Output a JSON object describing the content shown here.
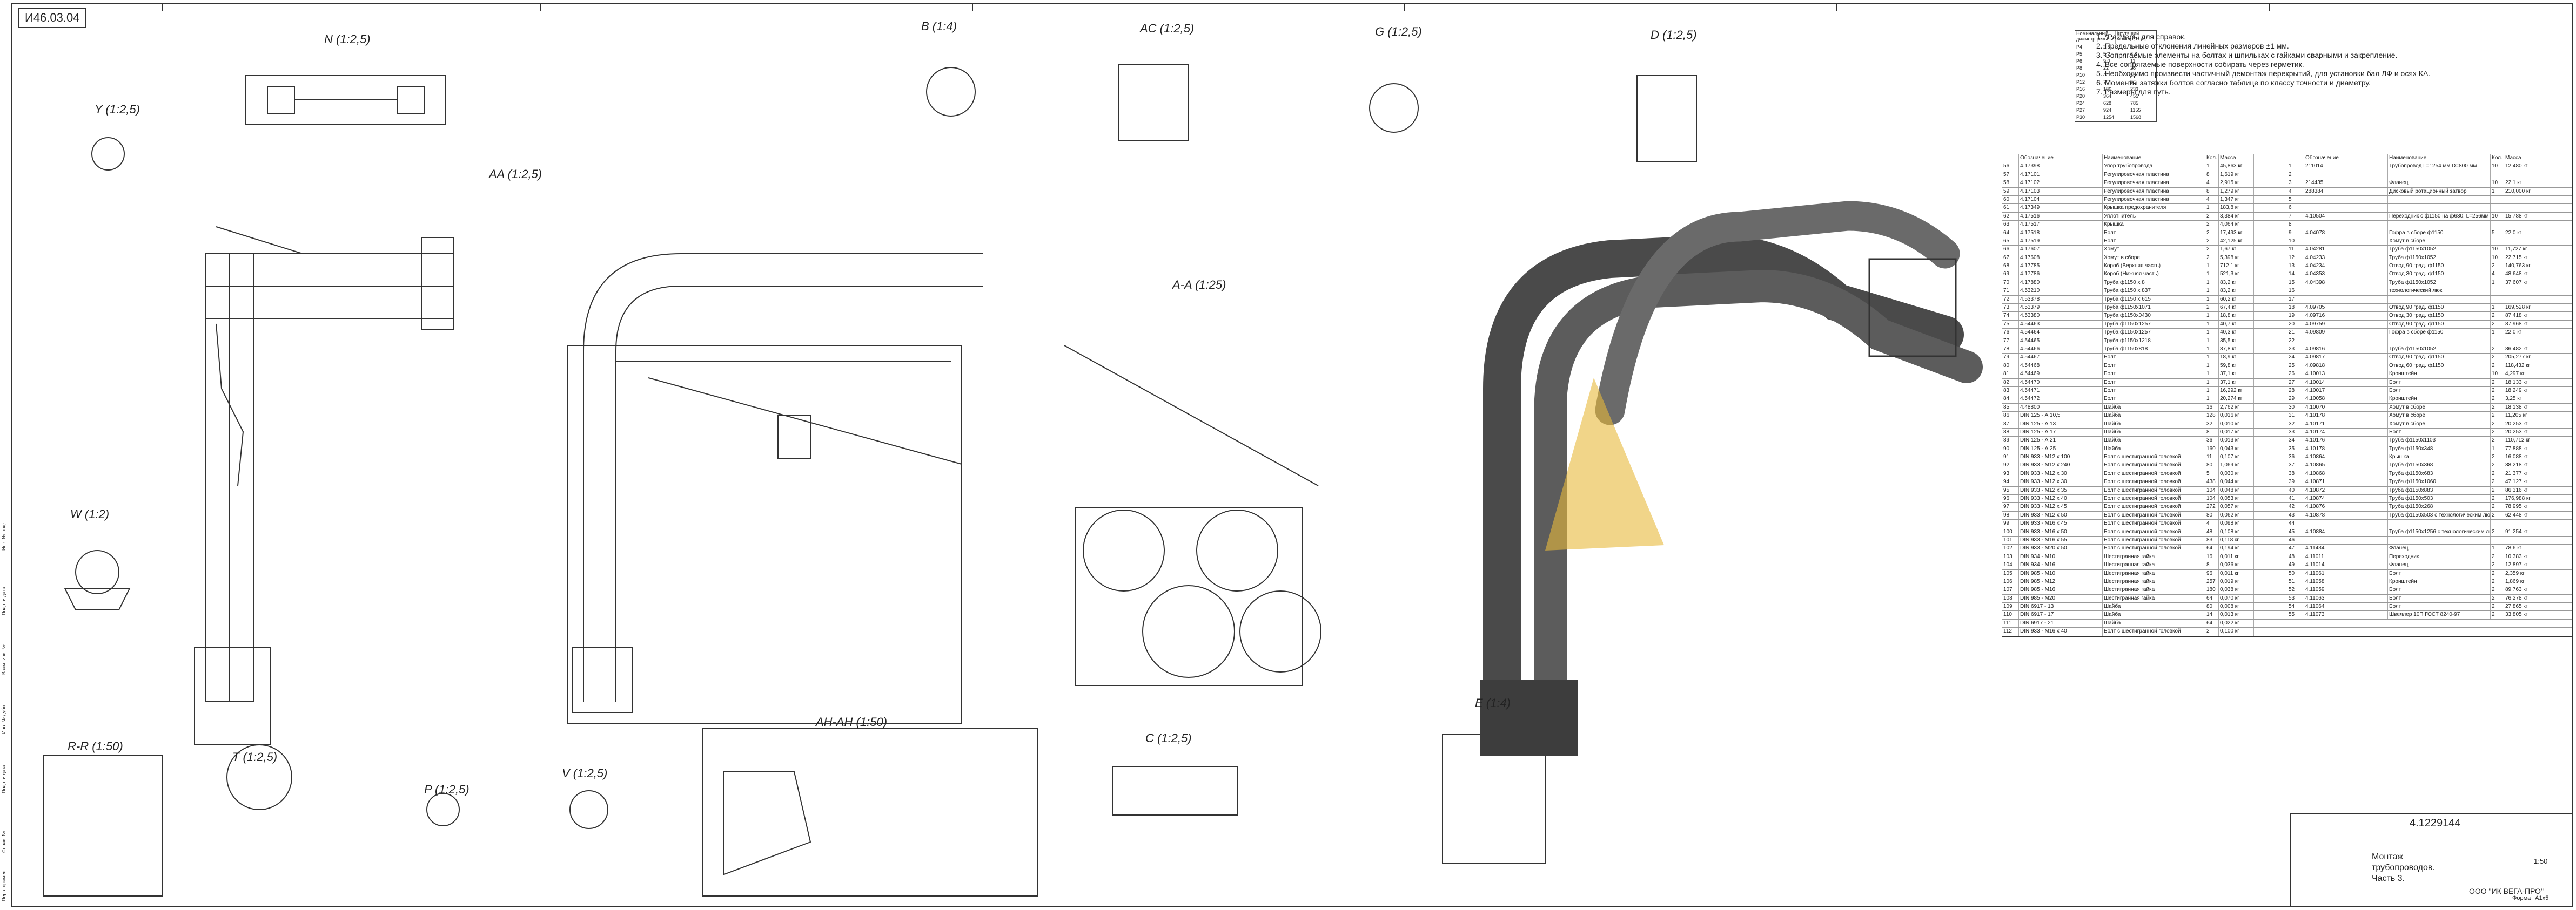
{
  "stamp": "И46.03.04",
  "views": {
    "n": "N (1:2,5)",
    "y": "Y (1:2,5)",
    "b": "B (1:4)",
    "ac": "AC (1:2,5)",
    "g": "G (1:2,5)",
    "d": "D (1:2,5)",
    "aa": "AA (1:2,5)",
    "w": "W (1:2)",
    "aaa": "A-A (1:25)",
    "ahah": "AH-AH (1:50)",
    "rr": "R-R (1:50)",
    "tt": "T (1:2,5)",
    "p": "P (1:2,5)",
    "v": "V (1:2,5)",
    "c": "C (1:2,5)",
    "e": "E (1:4)"
  },
  "notes": [
    "1. *Размеры для справок.",
    "2. Предельные отклонения линейных размеров ±1 мм.",
    "3. Сопрягаемые элементы на болтах и шпильках с гайками сварными и закрепление.",
    "4. Все сопрягаемые поверхности собирать через герметик.",
    "5. Необходимо произвести частичный демонтаж перекрытий, для установки бал ЛФ и осях КА.",
    "6. Моменты затяжки болтов согласно таблице по классу точности и диаметру.",
    "7. Размеры для путь."
  ],
  "mini_table": {
    "header": [
      "Номинальный диаметр резьбы",
      "Крутящий момент, Н·м"
    ],
    "rows": [
      [
        "Р4",
        "2,6",
        "3,4"
      ],
      [
        "Р5",
        "5,2",
        "6,8"
      ],
      [
        "Р6",
        "9,0",
        "11"
      ],
      [
        "Р8",
        "22",
        "28"
      ],
      [
        "Р10",
        "44",
        "55"
      ],
      [
        "Р12",
        "76",
        "96"
      ],
      [
        "Р16",
        "186",
        "233"
      ],
      [
        "Р20",
        "364",
        "455"
      ],
      [
        "Р24",
        "628",
        "785"
      ],
      [
        "Р27",
        "924",
        "1155"
      ],
      [
        "Р30",
        "1254",
        "1568"
      ]
    ]
  },
  "bom_header": [
    "Обозначение",
    "Наименование",
    "Кол.",
    "Масса"
  ],
  "bom_left": [
    [
      "56",
      "4.17398",
      "Упор трубопровода",
      "1",
      "45,863 кг"
    ],
    [
      "57",
      "4.17101",
      "Регулировочная пластина",
      "8",
      "1,619 кг"
    ],
    [
      "58",
      "4.17102",
      "Регулировочная пластина",
      "4",
      "2,915 кг"
    ],
    [
      "59",
      "4.17103",
      "Регулировочная пластина",
      "8",
      "1,279 кг"
    ],
    [
      "60",
      "4.17104",
      "Регулировочная пластина",
      "4",
      "1,347 кг"
    ],
    [
      "61",
      "4.17349",
      "Крышка предохранителя",
      "1",
      "183,8 кг"
    ],
    [
      "62",
      "4.17516",
      "Уплотнитель",
      "2",
      "3,384 кг"
    ],
    [
      "63",
      "4.17517",
      "Крышка",
      "2",
      "4,064 кг"
    ],
    [
      "64",
      "4.17518",
      "Болт",
      "2",
      "17,493 кг"
    ],
    [
      "65",
      "4.17519",
      "Болт",
      "2",
      "42,125 кг"
    ],
    [
      "66",
      "4.17607",
      "Хомут",
      "2",
      "1,67 кг"
    ],
    [
      "67",
      "4.17608",
      "Хомут в сборе",
      "2",
      "5,398 кг"
    ],
    [
      "68",
      "4.17785",
      "Короб (Верхняя часть)",
      "1",
      "712 1 кг"
    ],
    [
      "69",
      "4.17786",
      "Короб (Нижняя часть)",
      "1",
      "521,3 кг"
    ],
    [
      "70",
      "4.17880",
      "Труба ф1150 х 8",
      "1",
      "83,2 кг"
    ],
    [
      "71",
      "4.53210",
      "Труба ф1150 х 837",
      "1",
      "83,2 кг"
    ],
    [
      "72",
      "4.53378",
      "Труба ф1150 х 615",
      "1",
      "60,2 кг"
    ],
    [
      "73",
      "4.53379",
      "Труба ф1150х1071",
      "2",
      "67,4 кг"
    ],
    [
      "74",
      "4.53380",
      "Труба ф1150х0430",
      "1",
      "18,8 кг"
    ],
    [
      "75",
      "4.54463",
      "Труба ф1150х1257",
      "1",
      "40,7 кг"
    ],
    [
      "76",
      "4.54464",
      "Труба ф1150х1257",
      "1",
      "40,3 кг"
    ],
    [
      "77",
      "4.54465",
      "Труба ф1150х1218",
      "1",
      "35,5 кг"
    ],
    [
      "78",
      "4.54466",
      "Труба ф1150х818",
      "1",
      "37,8 кг"
    ],
    [
      "79",
      "4.54467",
      "Болт",
      "1",
      "18,9 кг"
    ],
    [
      "80",
      "4.54468",
      "Болт",
      "1",
      "59,8 кг"
    ],
    [
      "81",
      "4.54469",
      "Болт",
      "1",
      "37,1 кг"
    ],
    [
      "82",
      "4.54470",
      "Болт",
      "1",
      "37,1 кг"
    ],
    [
      "83",
      "4.54471",
      "Болт",
      "1",
      "16,292 кг"
    ],
    [
      "84",
      "4.54472",
      "Болт",
      "1",
      "20,274 кг"
    ],
    [
      "85",
      "4.48800",
      "Шайба",
      "16",
      "2,762 кг"
    ],
    [
      "86",
      "DIN 125 - А 10,5",
      "Шайба",
      "128",
      "0,016 кг"
    ],
    [
      "87",
      "DIN 125 - А 13",
      "Шайба",
      "32",
      "0,010 кг"
    ],
    [
      "88",
      "DIN 125 - А 17",
      "Шайба",
      "8",
      "0,017 кг"
    ],
    [
      "89",
      "DIN 125 - А 21",
      "Шайба",
      "36",
      "0,013 кг"
    ],
    [
      "90",
      "DIN 125 - А 25",
      "Шайба",
      "160",
      "0,043 кг"
    ],
    [
      "91",
      "DIN 933 - М12 х 100",
      "Болт с шестигранной головкой",
      "11",
      "0,107 кг"
    ],
    [
      "92",
      "DIN 933 - М12 х 240",
      "Болт с шестигранной головкой",
      "80",
      "1,069 кг"
    ],
    [
      "93",
      "DIN 933 - М12 х 30",
      "Болт с шестигранной головкой",
      "5",
      "0,030 кг"
    ],
    [
      "94",
      "DIN 933 - М12 х 30",
      "Болт с шестигранной головкой",
      "438",
      "0,044 кг"
    ],
    [
      "95",
      "DIN 933 - М12 х 35",
      "Болт с шестигранной головкой",
      "104",
      "0,048 кг"
    ],
    [
      "96",
      "DIN 933 - М12 х 40",
      "Болт с шестигранной головкой",
      "104",
      "0,053 кг"
    ],
    [
      "97",
      "DIN 933 - М12 х 45",
      "Болт с шестигранной головкой",
      "272",
      "0,057 кг"
    ],
    [
      "98",
      "DIN 933 - М12 х 50",
      "Болт с шестигранной головкой",
      "80",
      "0,062 кг"
    ],
    [
      "99",
      "DIN 933 - М16 х 45",
      "Болт с шестигранной головкой",
      "4",
      "0,098 кг"
    ],
    [
      "100",
      "DIN 933 - М16 х 50",
      "Болт с шестигранной головкой",
      "48",
      "0,108 кг"
    ],
    [
      "101",
      "DIN 933 - М16 х 55",
      "Болт с шестигранной головкой",
      "83",
      "0,118 кг"
    ],
    [
      "102",
      "DIN 933 - М20 х 50",
      "Болт с шестигранной головкой",
      "64",
      "0,194 кг"
    ],
    [
      "103",
      "DIN 934 - М10",
      "Шестигранная гайка",
      "16",
      "0,011 кг"
    ],
    [
      "104",
      "DIN 934 - М16",
      "Шестигранная гайка",
      "8",
      "0,036 кг"
    ],
    [
      "105",
      "DIN 985 - М10",
      "Шестигранная гайка",
      "96",
      "0,011 кг"
    ],
    [
      "106",
      "DIN 985 - М12",
      "Шестигранная гайка",
      "257",
      "0,019 кг"
    ],
    [
      "107",
      "DIN 985 - М16",
      "Шестигранная гайка",
      "180",
      "0,038 кг"
    ],
    [
      "108",
      "DIN 985 - М20",
      "Шестигранная гайка",
      "64",
      "0,070 кг"
    ],
    [
      "109",
      "DIN 6917 - 13",
      "Шайба",
      "80",
      "0,008 кг"
    ],
    [
      "110",
      "DIN 6917 - 17",
      "Шайба",
      "14",
      "0,013 кг"
    ],
    [
      "111",
      "DIN 6917 - 21",
      "Шайба",
      "64",
      "0,022 кг"
    ],
    [
      "112",
      "DIN 933 - М16 х 40",
      "Болт с шестигранной головкой",
      "2",
      "0,100 кг"
    ]
  ],
  "bom_right": [
    [
      "1",
      "211014",
      "Трубопровод L=1254 мм D=800 мм",
      "10",
      "12,480 кг"
    ],
    [
      "2",
      "",
      "",
      "",
      ""
    ],
    [
      "3",
      "214435",
      "Фланец",
      "10",
      "22,1 кг"
    ],
    [
      "4",
      "288384",
      "Дисковый ротационный затвор",
      "1",
      "210,000 кг"
    ],
    [
      "5",
      "",
      "",
      "",
      ""
    ],
    [
      "6",
      "",
      "",
      "",
      ""
    ],
    [
      "7",
      "4.10504",
      "Переходник с ф1150 на ф630, L=256мм",
      "10",
      "15,788 кг"
    ],
    [
      "8",
      "",
      "",
      "",
      ""
    ],
    [
      "9",
      "4.04078",
      "Гофра в сборе ф1150",
      "5",
      "22,0 кг"
    ],
    [
      "10",
      "",
      "Хомут в сборе",
      "",
      ""
    ],
    [
      "11",
      "4.04281",
      "Труба ф1150х1052",
      "10",
      "11,727 кг"
    ],
    [
      "12",
      "4.04233",
      "Труба ф1150х1052",
      "10",
      "22,715 кг"
    ],
    [
      "13",
      "4.04234",
      "Отвод 90 град. ф1150",
      "2",
      "140,763 кг"
    ],
    [
      "14",
      "4.04353",
      "Отвод 30 град. ф1150",
      "4",
      "48,648 кг"
    ],
    [
      "15",
      "4.04398",
      "Труба ф1150х1052",
      "1",
      "37,607 кг"
    ],
    [
      "16",
      "",
      "технологический люк",
      "",
      ""
    ],
    [
      "17",
      "",
      "",
      "",
      ""
    ],
    [
      "18",
      "4.09705",
      "Отвод 90 град. ф1150",
      "1",
      "169,528 кг"
    ],
    [
      "19",
      "4.09716",
      "Отвод 30 град. ф1150",
      "2",
      "87,418 кг"
    ],
    [
      "20",
      "4.09759",
      "Отвод 90 град. ф1150",
      "2",
      "87,968 кг"
    ],
    [
      "21",
      "4.09809",
      "Гофра в сборе ф1150",
      "1",
      "22,0 кг"
    ],
    [
      "22",
      "",
      "",
      "",
      ""
    ],
    [
      "23",
      "4.09816",
      "Труба ф1150х1052",
      "2",
      "86,482 кг"
    ],
    [
      "24",
      "4.09817",
      "Отвод 90 град. ф1150",
      "2",
      "205,277 кг"
    ],
    [
      "25",
      "4.09818",
      "Отвод 60 град. ф1150",
      "2",
      "118,432 кг"
    ],
    [
      "26",
      "4.10013",
      "Кронштейн",
      "10",
      "4,297 кг"
    ],
    [
      "27",
      "4.10014",
      "Болт",
      "2",
      "18,133 кг"
    ],
    [
      "28",
      "4.10017",
      "Болт",
      "2",
      "18,249 кг"
    ],
    [
      "29",
      "4.10058",
      "Кронштейн",
      "2",
      "3,25 кг"
    ],
    [
      "30",
      "4.10070",
      "Хомут в сборе",
      "2",
      "18,138 кг"
    ],
    [
      "31",
      "4.10178",
      "Хомут в сборе",
      "2",
      "11,205 кг"
    ],
    [
      "32",
      "4.10171",
      "Хомут в сборе",
      "2",
      "20,253 кг"
    ],
    [
      "33",
      "4.10174",
      "Болт",
      "2",
      "20,253 кг"
    ],
    [
      "34",
      "4.10176",
      "Труба ф1150х1103",
      "2",
      "110,712 кг"
    ],
    [
      "35",
      "4.10178",
      "Труба ф1150х348",
      "1",
      "77,888 кг"
    ],
    [
      "36",
      "4.10864",
      "Крышка",
      "2",
      "16,088 кг"
    ],
    [
      "37",
      "4.10865",
      "Труба ф1150х368",
      "2",
      "38,218 кг"
    ],
    [
      "38",
      "4.10868",
      "Труба ф1150х683",
      "2",
      "21,377 кг"
    ],
    [
      "39",
      "4.10871",
      "Труба ф1150х1060",
      "2",
      "47,127 кг"
    ],
    [
      "40",
      "4.10872",
      "Труба ф1150х883",
      "2",
      "86,316 кг"
    ],
    [
      "41",
      "4.10874",
      "Труба ф1150х503",
      "2",
      "176,988 кг"
    ],
    [
      "42",
      "4.10876",
      "Труба ф1150х268",
      "2",
      "78,995 кг"
    ],
    [
      "43",
      "4.10878",
      "Труба ф1150х503 с технологическим люком",
      "2",
      "62,448 кг"
    ],
    [
      "44",
      "",
      "",
      "",
      ""
    ],
    [
      "45",
      "4.10884",
      "Труба ф1150х1256 с технологическим люком",
      "2",
      "91,254 кг"
    ],
    [
      "46",
      "",
      "",
      "",
      ""
    ],
    [
      "47",
      "4.11434",
      "Фланец",
      "1",
      "78,6 кг"
    ],
    [
      "48",
      "4.11011",
      "Переходник",
      "2",
      "10,383 кг"
    ],
    [
      "49",
      "4.11014",
      "Фланец",
      "2",
      "12,897 кг"
    ],
    [
      "50",
      "4.11061",
      "Болт",
      "2",
      "2,359 кг"
    ],
    [
      "51",
      "4.11058",
      "Кронштейн",
      "2",
      "1,869 кг"
    ],
    [
      "52",
      "4.11059",
      "Болт",
      "2",
      "89,763 кг"
    ],
    [
      "53",
      "4.11063",
      "Болт",
      "2",
      "76,278 кг"
    ],
    [
      "54",
      "4.11064",
      "Болт",
      "2",
      "27,865 кг"
    ],
    [
      "55",
      "4.11073",
      "Швеллер 10П ГОСТ 8240-97",
      "2",
      "33,805 кг"
    ]
  ],
  "title_block": {
    "code": "4.1229144",
    "name": "Монтаж трубопроводов. Часть 3.",
    "company": "ООО \"ИК ВЕГА-ПРО\"",
    "scale": "1:50",
    "sheet_label": "Формат А1х5"
  },
  "margin_labels": [
    "Перв. примен.",
    "Справ. №",
    "Подп. и дата",
    "Инв. № дубл.",
    "Взам. инв. №",
    "Подп. и дата",
    "Инв. № подл."
  ]
}
